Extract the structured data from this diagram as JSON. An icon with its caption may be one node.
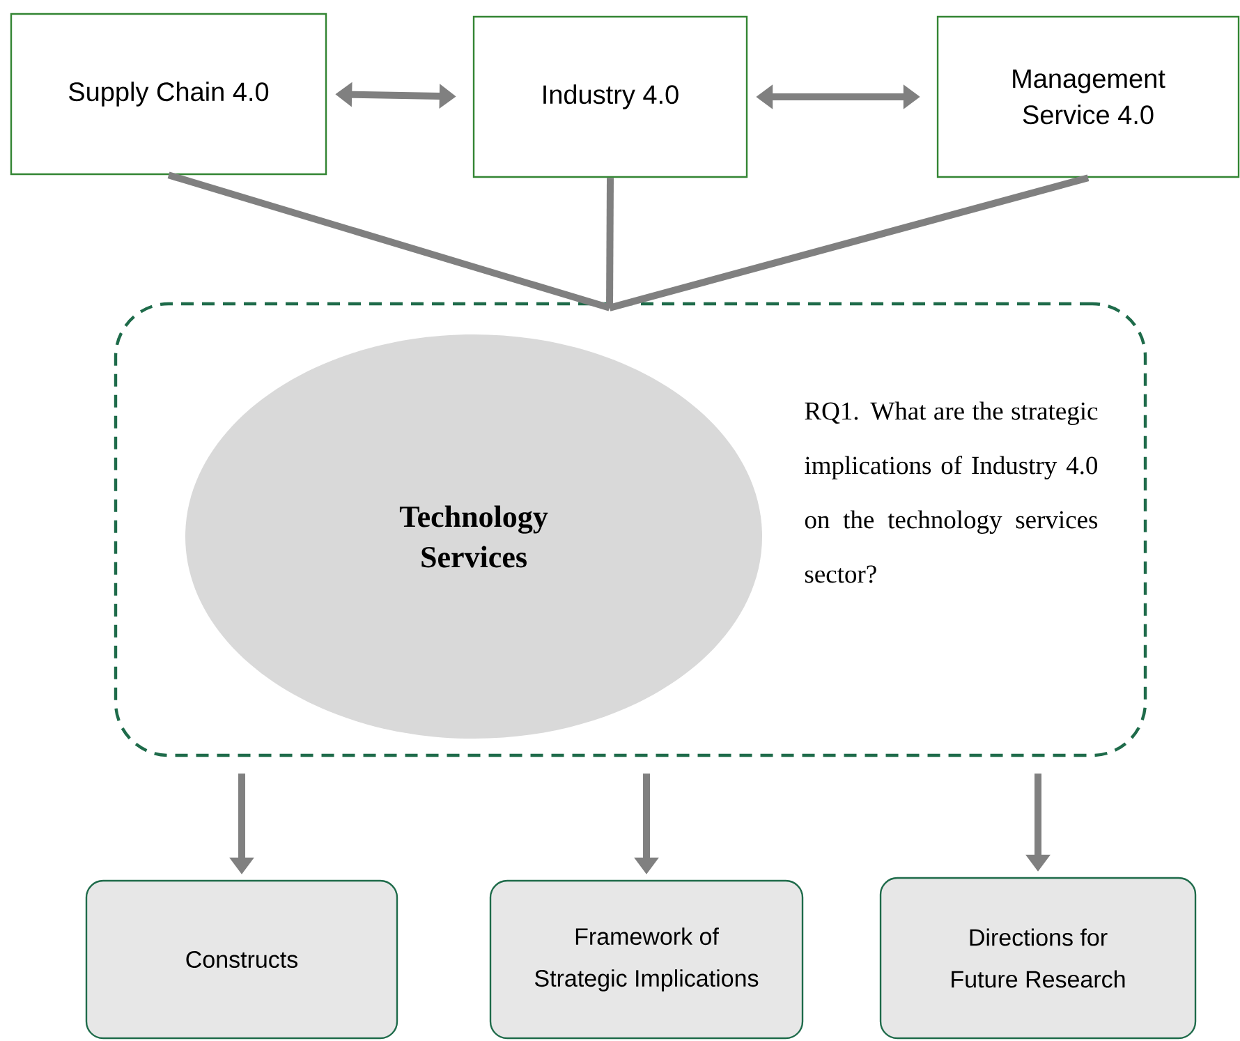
{
  "diagram": {
    "nodes": [
      {
        "text": [
          "Supply Chain 4.0"
        ]
      },
      {
        "text": [
          "Industry 4.0"
        ]
      },
      {
        "text": [
          "Management Service 4.0"
        ]
      },
      {
        "text": [],
        "shape": "box"
      },
      {
        "text": [
          "Technology Services"
        ],
        "in": 3
      },
      {
        "text": [
          "Constructs"
        ]
      },
      {
        "text": [
          "Framework of Strategic Implications"
        ]
      },
      {
        "text": [
          "Directions for Future Research"
        ]
      }
    ],
    "edges": [
      {
        "from": 0,
        "to": 1,
        "arrow": "both"
      },
      {
        "from": 1,
        "to": 2,
        "arrow": "both"
      },
      {
        "from": 0,
        "to": 3,
        "arrow": "none"
      },
      {
        "from": 1,
        "to": 3,
        "arrow": "none"
      },
      {
        "from": 2,
        "to": 3,
        "arrow": "none"
      },
      {
        "from": 3,
        "to": 5,
        "arrow": "to"
      },
      {
        "from": 3,
        "to": 6,
        "arrow": "to"
      },
      {
        "from": 3,
        "to": 7,
        "arrow": "to"
      }
    ],
    "labels": [
      "RQ1. What are the strategic implications of Industry 4.0 on the technology services sector?"
    ]
  }
}
